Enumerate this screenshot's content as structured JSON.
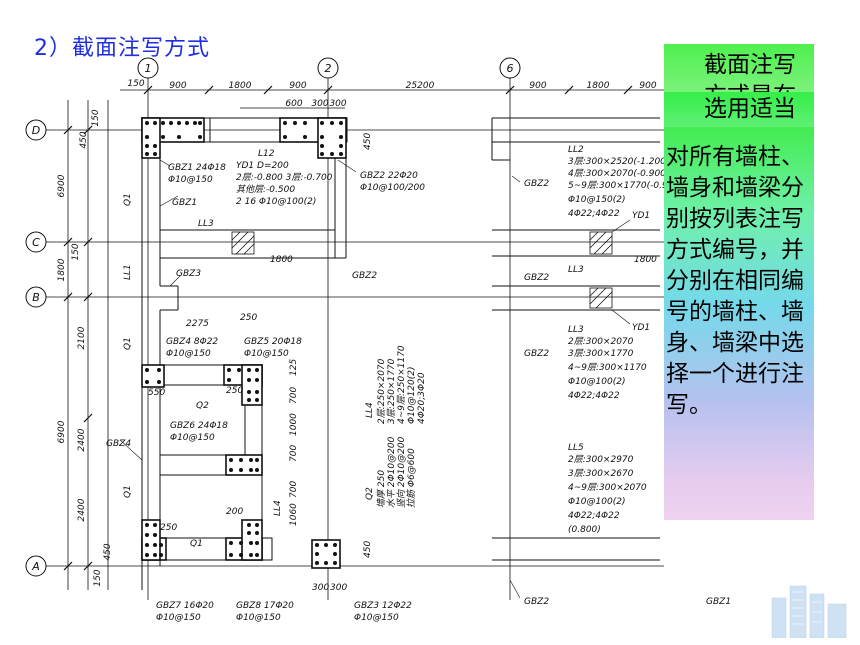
{
  "slide": {
    "title": "2）截面注写方式"
  },
  "notes": {
    "note_a": "截面注写方式是在分",
    "note_b": "选用适当比例原位放大",
    "note_c": "对所有墙柱、墙身和墙梁分别按列表注写方式编号，并分别在相同编号的墙柱、墙身、墙梁中选择一个进行注写。"
  },
  "axes": {
    "col_1": "1",
    "col_2": "2",
    "col_6": "6",
    "row_D": "D",
    "row_C": "C",
    "row_B": "B",
    "row_A": "A"
  },
  "dims_top": {
    "d900a": "900",
    "d1800a": "1800",
    "d900b": "900",
    "d25200": "25200",
    "d900c": "900",
    "d1800b": "1800",
    "d900d": "900",
    "d600": "600",
    "d300a": "300",
    "d300b": "300",
    "d150": "150"
  },
  "dims_left": {
    "d150a": "150",
    "d450a": "450",
    "d6900a": "6900",
    "d1800": "1800",
    "d150b": "150",
    "d2100": "2100",
    "d6900b": "6900",
    "d2400a": "2400",
    "d2400b": "2400",
    "d450b": "450",
    "d150c": "150"
  },
  "labels": {
    "gbz1_a": "GBZ1  24Φ18",
    "gbz1_b": "Φ10@150",
    "l12": "L12",
    "yd1": "YD1  D=200",
    "yd1_b": "2层:-0.800  3层:-0.700",
    "yd1_c": "其他层:-0.500",
    "yd1_d": "2  16    Φ10@100(2)",
    "gbz2_a": "GBZ2  22Φ20",
    "gbz2_b": "Φ10@100/200",
    "gbz1_lbl": "GBZ1",
    "q1_a": "Q1",
    "ll3": "LL3",
    "d1800c": "1800",
    "gbz2_lbl": "GBZ2",
    "ll1": "LL1",
    "gbz3_lbl": "GBZ3",
    "d2275": "2275",
    "d250a": "250",
    "gbz4_a": "GBZ4    8Φ22",
    "gbz4_b": "Φ10@150",
    "gbz5_a": "GBZ5    20Φ18",
    "gbz5_b": "Φ10@150",
    "q1_b": "Q1",
    "d125": "125",
    "d550": "550",
    "d250b": "250",
    "q2": "Q2",
    "gbz6_a": "GBZ6    24Φ18",
    "gbz6_b": "Φ10@150",
    "d700a": "700",
    "d1000": "1000",
    "d700b": "700",
    "d700c": "700",
    "gbz4_lbl": "GBZ4",
    "ll4": "LL4",
    "ll4_b": "2层:250×2070",
    "ll4_c": "3层:250×1770",
    "ll4_d": "4~9层:250×1170",
    "ll4_e": "Φ10@120(2)",
    "ll4_f": "4Φ20;3Φ20",
    "q2_b": "Q2",
    "q2_c": "墙厚 250",
    "q2_d": "水平 2Φ10@200",
    "q2_e": "竖向 2Φ10@200",
    "q2_f": "拉筋 Φ6@600",
    "q1_c": "Q1",
    "d200": "200",
    "ll4_lbl": "LL4",
    "d1060": "1060",
    "d250c": "250",
    "q1_d": "Q1",
    "gbz7_a": "GBZ7    16Φ20",
    "gbz7_b": "Φ10@150",
    "gbz8_a": "GBZ8    17Φ20",
    "gbz8_b": "Φ10@150",
    "gbz3_a": "GBZ3    12Φ22",
    "gbz3_b": "Φ10@150",
    "d300c": "300",
    "d300d": "300",
    "d450c": "450",
    "d450d": "450",
    "ll2": "LL2",
    "ll2_b": "3层:300×2520(-1.200",
    "ll2_c": "4层:300×2070(-0.900",
    "ll2_d": "5~9层:300×1770(-0.9",
    "ll2_e": "Φ10@150(2)",
    "ll2_f": "4Φ22;4Φ22",
    "gbz2_r1": "GBZ2",
    "yd1_r": "YD1",
    "gbz2_r2": "GBZ2",
    "ll3_r": "LL3",
    "d1800r": "1800",
    "ll3_r2": "LL3",
    "ll3_rb": "2层:300×2070",
    "ll3_rc": "3层:300×1770",
    "ll3_rd": "4~9层:300×1170",
    "ll3_re": "Φ10@100(2)",
    "ll3_rf": "4Φ22;4Φ22",
    "yd1_r2": "YD1",
    "gbz2_r3": "GBZ2",
    "ll5": "LL5",
    "ll5_b": "2层:300×2970",
    "ll5_c": "3层:300×2670",
    "ll5_d": "4~9层:300×2070",
    "ll5_e": "Φ10@100(2)",
    "ll5_f": "4Φ22;4Φ22",
    "ll5_g": "(0.800)",
    "gbz2_r4": "GBZ2",
    "gbz1_r": "GBZ1"
  }
}
